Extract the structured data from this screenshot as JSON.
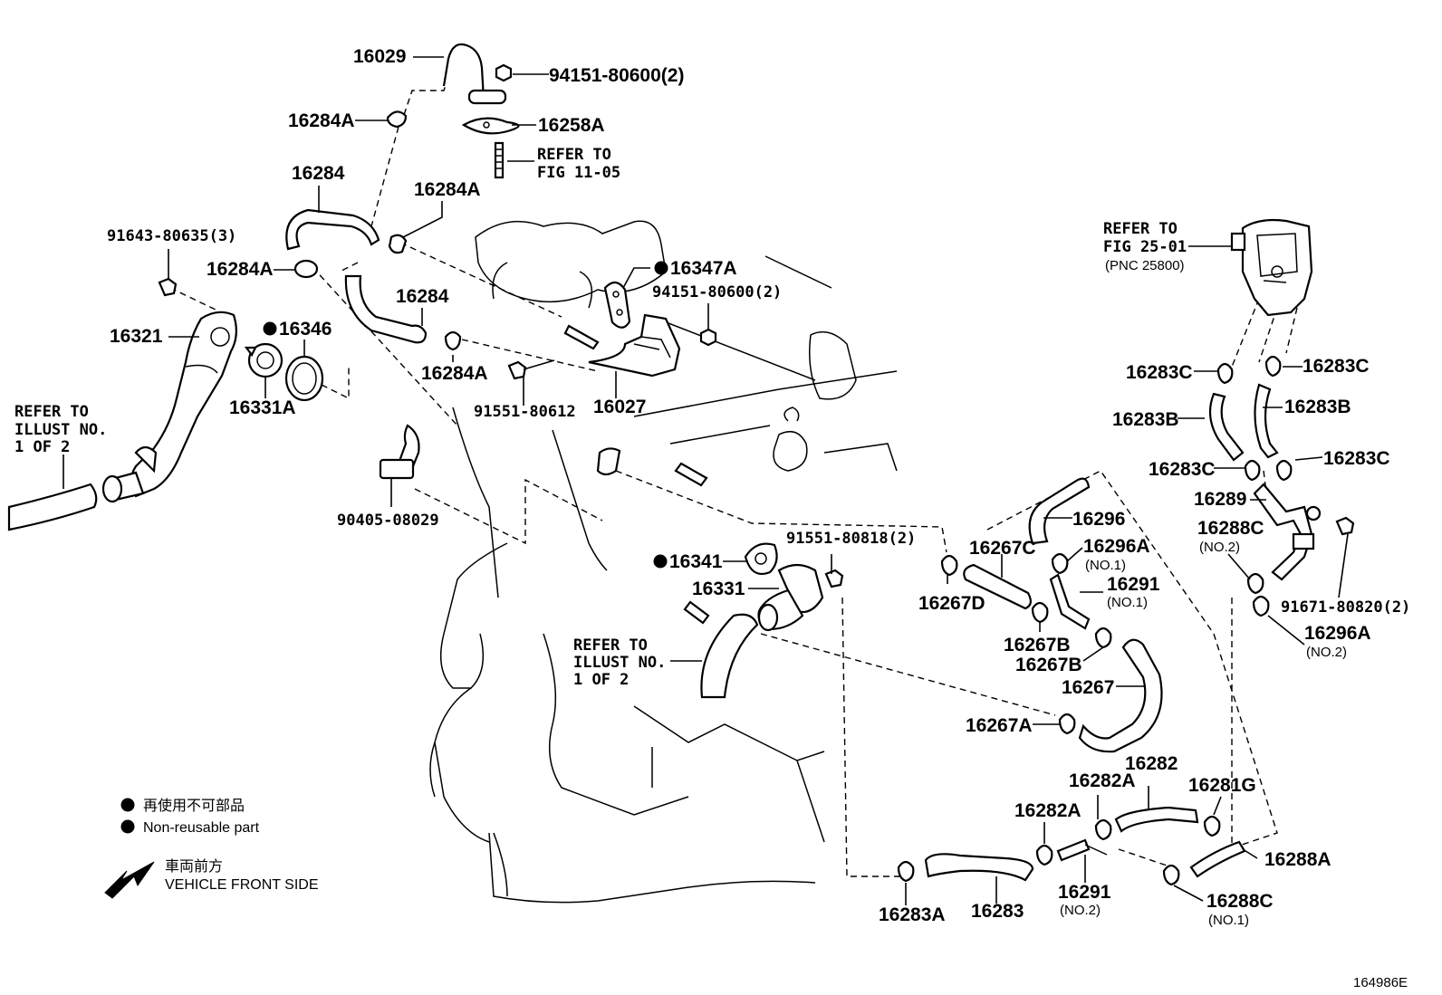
{
  "diagram": {
    "figure_number": "164986E",
    "labels": {
      "p16029": "16029",
      "p94151a": "94151-80600(2)",
      "p16284A_top": "16284A",
      "p16258A": "16258A",
      "refer_fig1105_l1": "REFER TO",
      "refer_fig1105_l2": "FIG 11-05",
      "p16284": "16284",
      "p16284A_mid": "16284A",
      "p91643": "91643-80635(3)",
      "p16284A_left": "16284A",
      "p16347A": "16347A",
      "p94151b": "94151-80600(2)",
      "p16284_b": "16284",
      "p16321": "16321",
      "p16346": "16346",
      "p16284A_low": "16284A",
      "p16331A": "16331A",
      "p91551a": "91551-80612",
      "p16027": "16027",
      "refer_illust_left_l1": "REFER TO",
      "refer_illust_left_l2": "ILLUST NO.",
      "refer_illust_left_l3": "1 OF 2",
      "p90405": "90405-08029",
      "p16341": "16341",
      "p91551b": "91551-80818(2)",
      "p16331": "16331",
      "refer_illust_mid_l1": "REFER TO",
      "refer_illust_mid_l2": "ILLUST NO.",
      "refer_illust_mid_l3": "1 OF 2",
      "p16296": "16296",
      "p16267C": "16267C",
      "p16296A_no1": "16296A",
      "no1_a": "(NO.1)",
      "p16291_no1": "16291",
      "no1_b": "(NO.1)",
      "p16267D": "16267D",
      "p16267B_a": "16267B",
      "p16267B_b": "16267B",
      "p16267": "16267",
      "p16267A": "16267A",
      "refer_fig2501_l1": "REFER TO",
      "refer_fig2501_l2": "FIG 25-01",
      "refer_fig2501_l3": "(PNC 25800)",
      "p16283C_a": "16283C",
      "p16283C_b": "16283C",
      "p16283B_a": "16283B",
      "p16283B_b": "16283B",
      "p16283C_c": "16283C",
      "p16283C_d": "16283C",
      "p16289": "16289",
      "p16288C_no2": "16288C",
      "no2_a": "(NO.2)",
      "p91671": "91671-80820(2)",
      "p16296A_no2": "16296A",
      "no2_b": "(NO.2)",
      "p16282": "16282",
      "p16282A_a": "16282A",
      "p16281G": "16281G",
      "p16282A_b": "16282A",
      "p16288A": "16288A",
      "p16291_no2": "16291",
      "no2_c": "(NO.2)",
      "p16288C_no1": "16288C",
      "no1_c": "(NO.1)",
      "p16283A": "16283A",
      "p16283": "16283"
    },
    "legend": {
      "nonreusable_jp": "再使用不可部品",
      "nonreusable_en": "Non-reusable part",
      "front_jp": "車両前方",
      "front_en": "VEHICLE FRONT SIDE"
    },
    "non_reusable_parts": [
      "16347A",
      "16346",
      "16341"
    ]
  }
}
